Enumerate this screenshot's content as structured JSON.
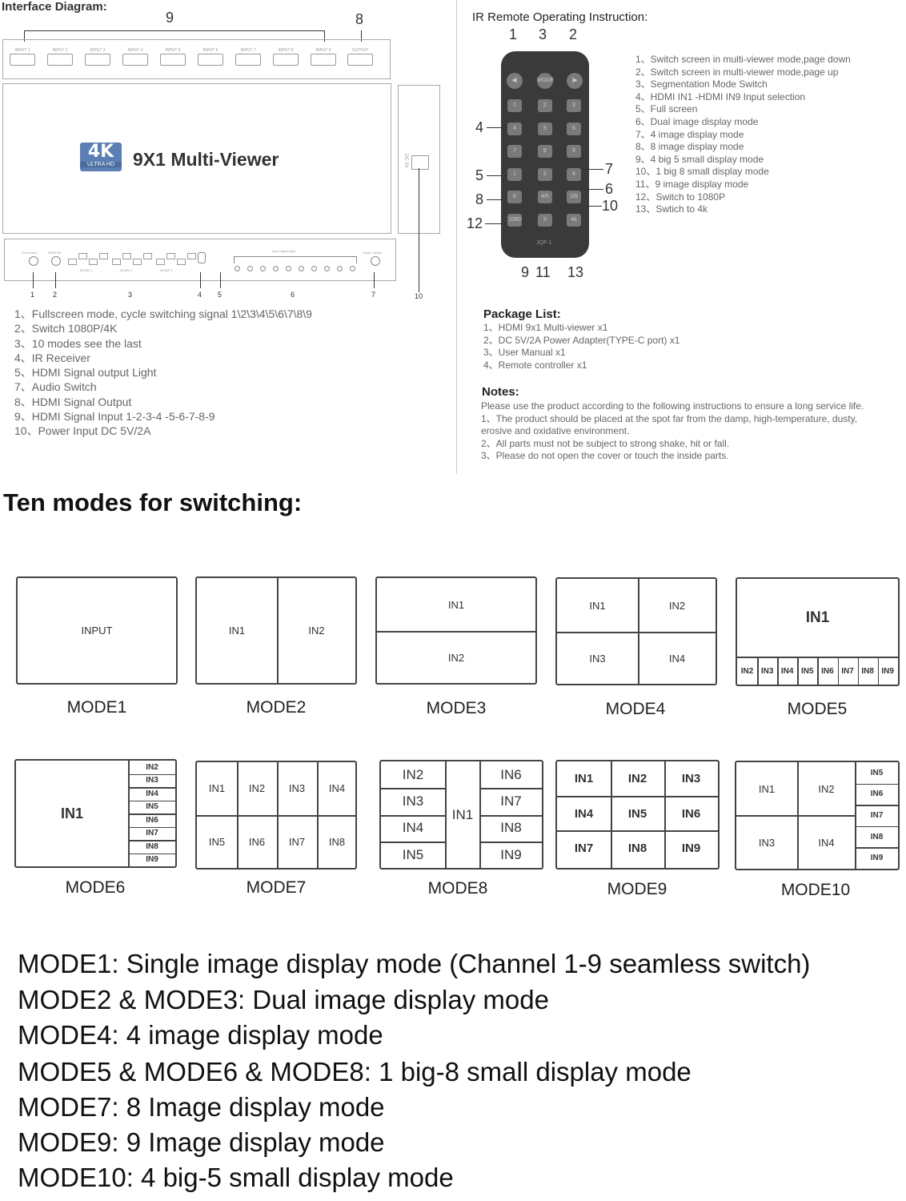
{
  "interface": {
    "title": "Interface Diagram:",
    "top_callouts": [
      "9",
      "8"
    ],
    "ports": [
      "INPUT 1",
      "INPUT 2",
      "INPUT 3",
      "INPUT 4",
      "INPUT 5",
      "INPUT 6",
      "INPUT 7",
      "INPUT 8",
      "INPUT 9",
      "OUTPUT"
    ],
    "logo_text": "4K",
    "logo_sub": "ULTRA HD",
    "device_name": "9X1 Multi-Viewer",
    "dc_label": "DC 5V",
    "front_labels": [
      "Full screen",
      "1080P/4K",
      "MODE 1",
      "MODE 2",
      "MODE 3",
      "Input signal light",
      "Audio Switch"
    ],
    "bottom_callouts": [
      "1",
      "2",
      "3",
      "4",
      "5",
      "6",
      "7",
      "10"
    ],
    "items": [
      "1、Fullscreen mode, cycle switching signal 1\\2\\3\\4\\5\\6\\7\\8\\9",
      "2、Switch 1080P/4K",
      "3、10 modes see the last",
      "4、IR Receiver",
      "5、HDMI Signal output Light",
      "7、Audio Switch",
      "8、HDMI Signal Output",
      "9、HDMI Signal Input 1-2-3-4 -5-6-7-8-9",
      "10、Power Input DC 5V/2A"
    ]
  },
  "remote": {
    "title": "IR Remote Operating Instruction:",
    "top_callouts": [
      "1",
      "3",
      "2"
    ],
    "left_callouts": [
      "4",
      "5",
      "8",
      "12"
    ],
    "right_callouts": [
      "7",
      "6",
      "10"
    ],
    "bottom_callouts": [
      "9",
      "11",
      "13"
    ],
    "model": "JQF-1",
    "buttons": [
      "◀|",
      "MODE",
      "|▶",
      "1",
      "2",
      "3",
      "4",
      "5",
      "6",
      "7",
      "8",
      "9",
      "1",
      "2",
      "4",
      "8",
      "4/5",
      "1/8",
      "1080",
      "9",
      "4k"
    ],
    "items": [
      "1、Switch screen in multi-viewer mode,page down",
      "2、Switch screen in multi-viewer mode,page up",
      "3、Segmentation Mode Switch",
      "4、HDMI IN1 -HDMI IN9 Input selection",
      "5、Full screen",
      "6、Dual image display mode",
      "7、4 image display mode",
      "8、8 image display mode",
      "9、4 big 5 small display mode",
      "10、1 big 8 small display mode",
      "11、9 image display mode",
      "12、Switch to 1080P",
      "13、Swtich to 4k"
    ]
  },
  "package": {
    "title": "Package List:",
    "items": [
      "1、HDMI 9x1  Multi-viewer x1",
      "2、DC 5V/2A Power Adapter(TYPE-C port) x1",
      "3、User Manual x1",
      "4、Remote controller x1"
    ]
  },
  "notes": {
    "title": "Notes:",
    "lines": [
      "Please use the product according to the following instructions to ensure a long service life.",
      "1、The product should be placed at the spot far from the damp, high-temperature, dusty,",
      "erosive and oxidative environment.",
      "2、All parts must not be subject to strong shake, hit or fall.",
      "3、Please do not open the cover or touch the inside parts."
    ]
  },
  "modes_title": "Ten modes for switching:",
  "modes": {
    "m1": {
      "label": "MODE1",
      "cells": [
        "INPUT"
      ]
    },
    "m2": {
      "label": "MODE2",
      "cells": [
        "IN1",
        "IN2"
      ]
    },
    "m3": {
      "label": "MODE3",
      "cells": [
        "IN1",
        "IN2"
      ]
    },
    "m4": {
      "label": "MODE4",
      "cells": [
        "IN1",
        "IN2",
        "IN3",
        "IN4"
      ]
    },
    "m5": {
      "label": "MODE5",
      "cells": [
        "IN1",
        "IN2",
        "IN3",
        "IN4",
        "IN5",
        "IN6",
        "IN7",
        "IN8",
        "IN9"
      ]
    },
    "m6": {
      "label": "MODE6",
      "cells": [
        "IN1",
        "IN2",
        "IN3",
        "IN4",
        "IN5",
        "IN6",
        "IN7",
        "IN8",
        "IN9"
      ]
    },
    "m7": {
      "label": "MODE7",
      "cells": [
        "IN1",
        "IN2",
        "IN3",
        "IN4",
        "IN5",
        "IN6",
        "IN7",
        "IN8"
      ]
    },
    "m8": {
      "label": "MODE8",
      "cells": [
        "IN2",
        "IN3",
        "IN4",
        "IN5",
        "IN1",
        "IN6",
        "IN7",
        "IN8",
        "IN9"
      ]
    },
    "m9": {
      "label": "MODE9",
      "cells": [
        "IN1",
        "IN2",
        "IN3",
        "IN4",
        "IN5",
        "IN6",
        "IN7",
        "IN8",
        "IN9"
      ]
    },
    "m10": {
      "label": "MODE10",
      "cells": [
        "IN1",
        "IN2",
        "IN3",
        "IN4",
        "IN5",
        "IN6",
        "IN7",
        "IN8",
        "IN9"
      ]
    }
  },
  "descriptions": [
    "MODE1: Single image display mode (Channel 1-9 seamless switch)",
    "MODE2  & MODE3: Dual image display mode",
    "MODE4: 4 image display mode",
    "MODE5  & MODE6  &  MODE8: 1 big-8 small display mode",
    "MODE7: 8 Image display mode",
    "MODE9: 9 Image display mode",
    "MODE10: 4 big-5 small display mode"
  ]
}
